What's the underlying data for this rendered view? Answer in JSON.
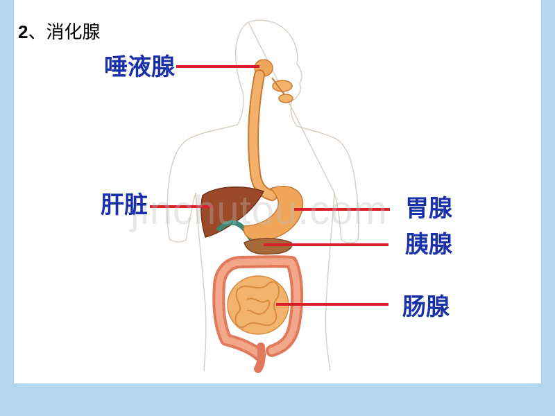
{
  "heading": {
    "number": "2",
    "text": "、消化腺"
  },
  "labels": {
    "salivary_gland": "唾液腺",
    "liver": "肝脏",
    "gastric_gland": "胃腺",
    "pancreas": "胰腺",
    "intestinal_gland": "肠腺"
  },
  "watermark": "jinchutou.com",
  "colors": {
    "page_background": "#b4d6ef",
    "label_text": "#1a30a8",
    "pointer_line": "#d8202a",
    "organ_orange": "#f0a658",
    "liver": "#9a4a28",
    "intestine": "#ec8a6a"
  }
}
